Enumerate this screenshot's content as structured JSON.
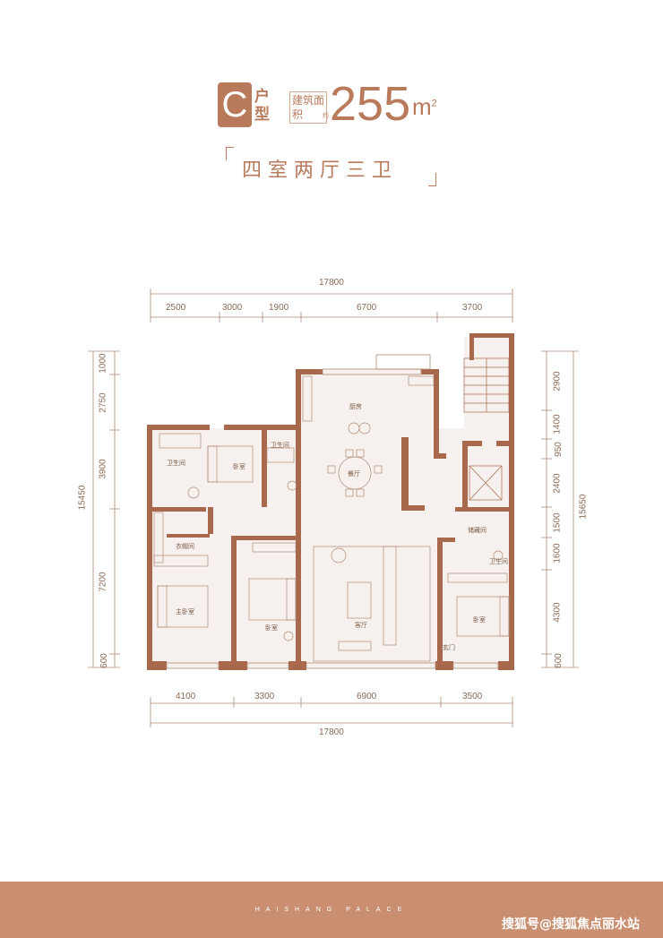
{
  "header": {
    "type_letter": "C",
    "type_suffix": "户型",
    "area_label": "建筑面积",
    "approx": "约",
    "area_value": "255",
    "area_unit": "m",
    "area_unit_sup": "2",
    "layout_desc": "四室两厅三卫"
  },
  "dimensions": {
    "top_total": "17800",
    "top_segments": [
      "2500",
      "3000",
      "1900",
      "6700",
      "3700"
    ],
    "bottom_segments": [
      "4100",
      "3300",
      "6900",
      "3500"
    ],
    "bottom_total": "17800",
    "left_total": "15450",
    "left_segments": [
      "1000",
      "2750",
      "3900",
      "7200",
      "600"
    ],
    "right_total": "15650",
    "right_segments": [
      "2900",
      "1400",
      "950",
      "2400",
      "1500",
      "1600",
      "4300",
      "600"
    ]
  },
  "rooms": {
    "kitchen": "厨房",
    "dining": "餐厅",
    "bath_left": "卫生间",
    "bedroom_nw": "卧室",
    "bath_mid": "卫生间",
    "closet": "衣帽间",
    "master": "主卧室",
    "bedroom_mid": "卧室",
    "living": "客厅",
    "storage": "储藏间",
    "bath_right": "卫生间",
    "bedroom_se": "卧室",
    "entry": "玄门"
  },
  "footer": {
    "brand": "HAISHANG PALACE",
    "watermark": "搜狐号@搜狐焦点丽水站"
  },
  "colors": {
    "accent": "#b97a5c",
    "wall": "#a8684c",
    "footer": "#c98f70"
  }
}
